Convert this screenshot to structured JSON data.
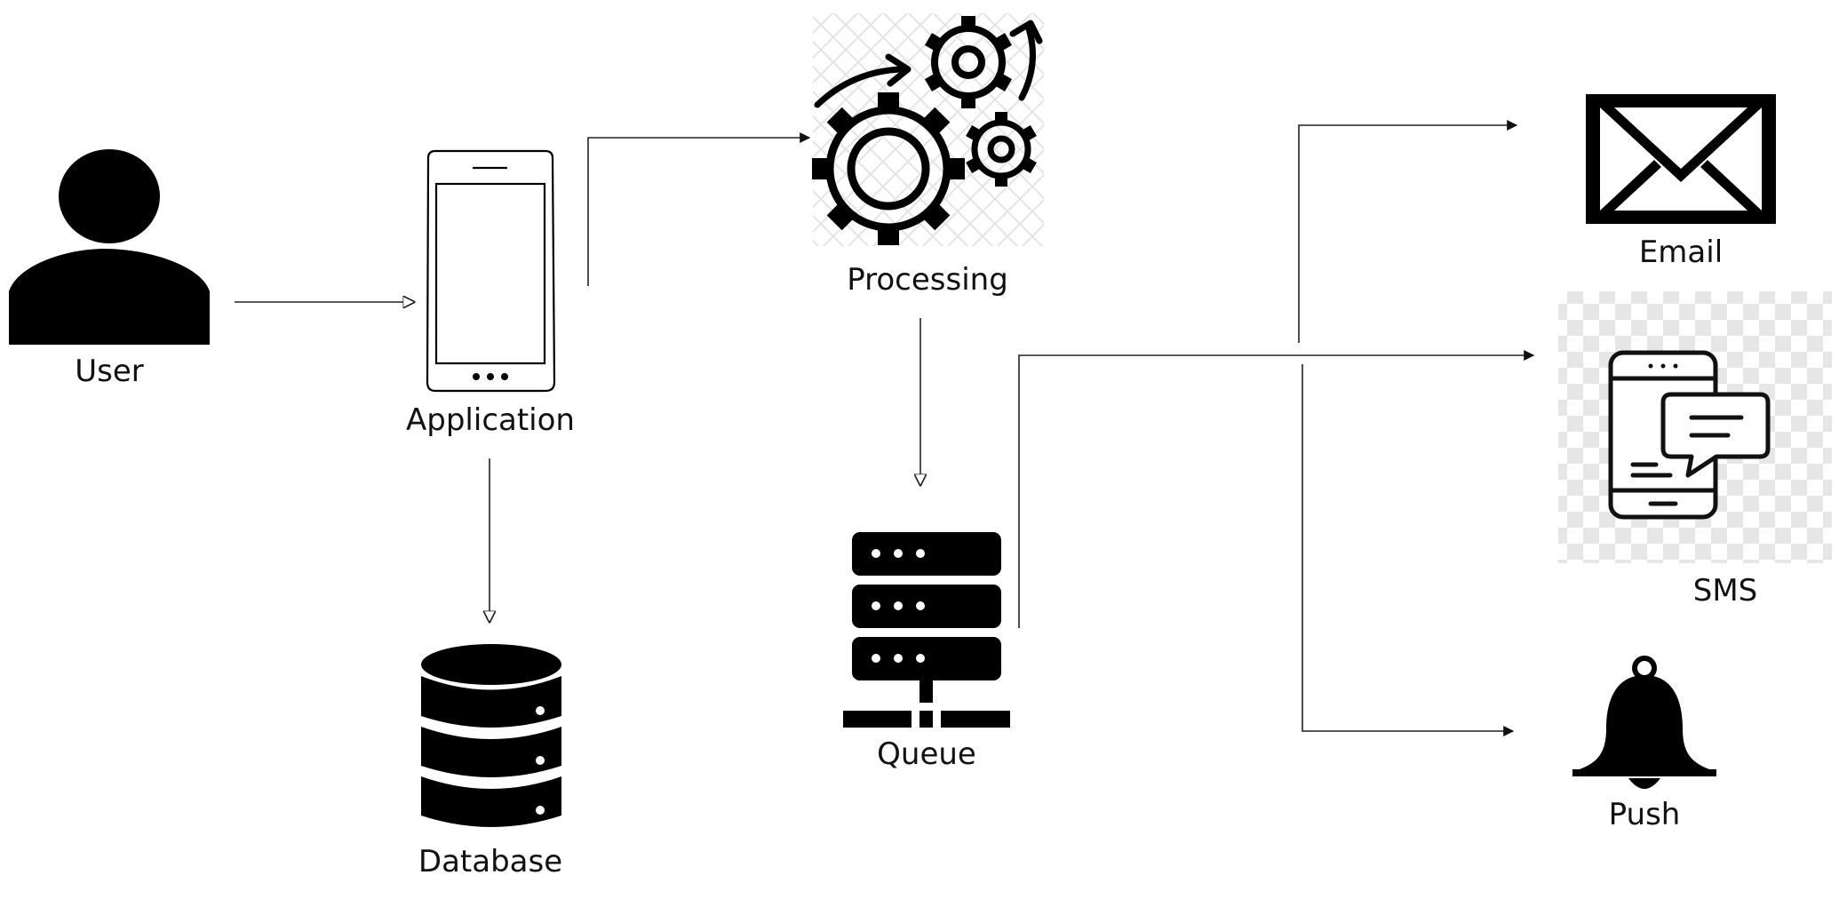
{
  "nodes": {
    "user": {
      "label": "User",
      "icon": "user-icon"
    },
    "application": {
      "label": "Application",
      "icon": "smartphone-icon"
    },
    "database": {
      "label": "Database",
      "icon": "database-icon"
    },
    "processing": {
      "label": "Processing",
      "icon": "gears-icon"
    },
    "queue": {
      "label": "Queue",
      "icon": "server-rack-icon"
    },
    "email": {
      "label": "Email",
      "icon": "envelope-icon"
    },
    "sms": {
      "label": "SMS",
      "icon": "phone-chat-icon"
    },
    "push": {
      "label": "Push",
      "icon": "bell-icon"
    }
  },
  "edges": [
    {
      "from": "User",
      "to": "Application"
    },
    {
      "from": "Application",
      "to": "Processing"
    },
    {
      "from": "Application",
      "to": "Database"
    },
    {
      "from": "Processing",
      "to": "Queue"
    },
    {
      "from": "Queue",
      "to": "SMS"
    },
    {
      "from": "Queue",
      "to": "Email"
    },
    {
      "from": "Queue",
      "to": "Push"
    }
  ],
  "colors": {
    "ink": "#000000",
    "line": "#222222",
    "background": "#ffffff",
    "checker": "#e6e6e6"
  }
}
